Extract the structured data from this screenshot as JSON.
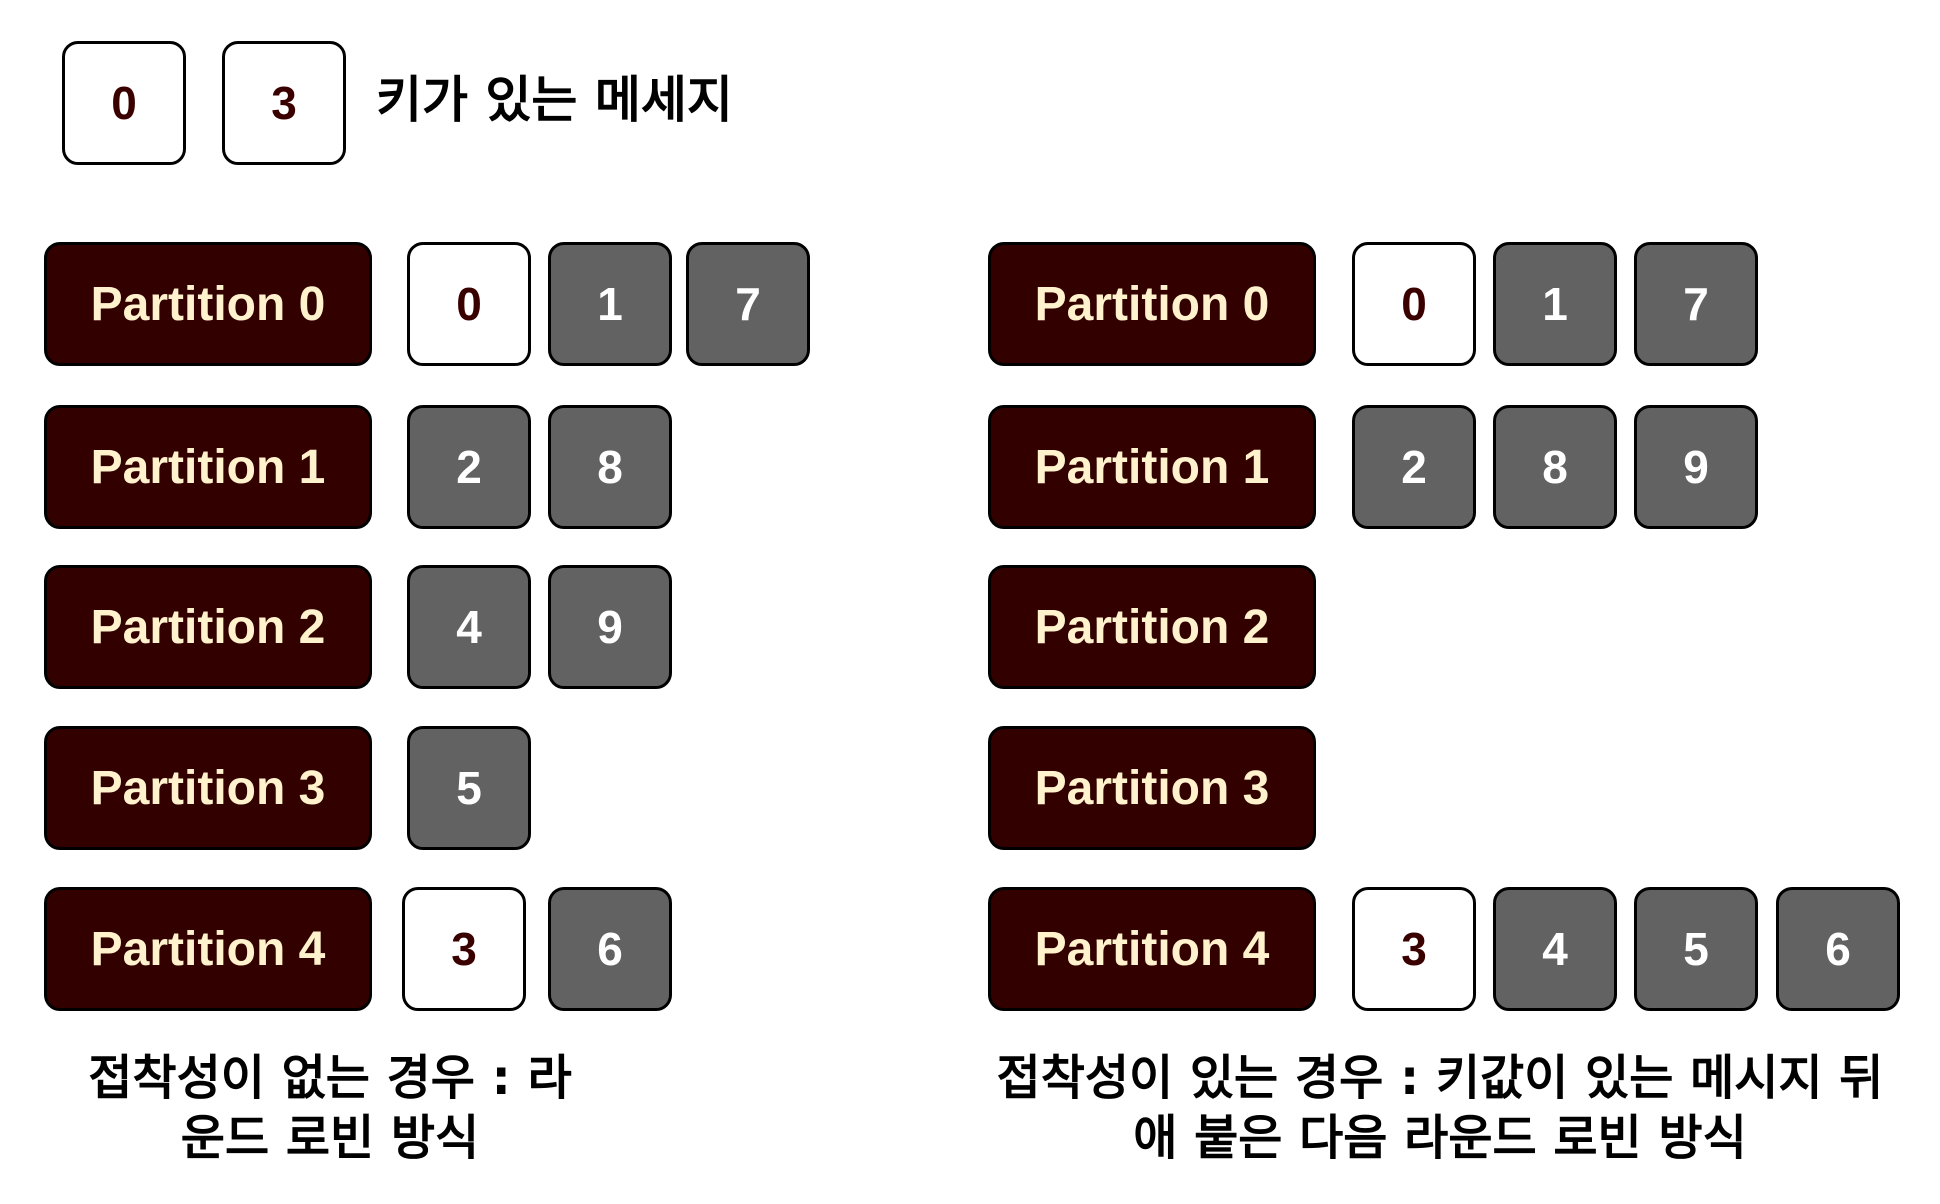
{
  "legend": {
    "keys": [
      "0",
      "3"
    ],
    "label": "키가 있는 메세지"
  },
  "left_diagram": {
    "partitions": [
      {
        "label": "Partition 0",
        "messages": [
          {
            "v": "0",
            "keyed": true
          },
          {
            "v": "1",
            "keyed": false
          },
          {
            "v": "7",
            "keyed": false
          }
        ]
      },
      {
        "label": "Partition 1",
        "messages": [
          {
            "v": "2",
            "keyed": false
          },
          {
            "v": "8",
            "keyed": false
          }
        ]
      },
      {
        "label": "Partition 2",
        "messages": [
          {
            "v": "4",
            "keyed": false
          },
          {
            "v": "9",
            "keyed": false
          }
        ]
      },
      {
        "label": "Partition 3",
        "messages": [
          {
            "v": "5",
            "keyed": false
          }
        ]
      },
      {
        "label": "Partition 4",
        "messages": [
          {
            "v": "3",
            "keyed": true
          },
          {
            "v": "6",
            "keyed": false
          }
        ]
      }
    ],
    "caption_line1": "접착성이 없는 경우 : 라",
    "caption_line2": "운드 로빈 방식"
  },
  "right_diagram": {
    "partitions": [
      {
        "label": "Partition 0",
        "messages": [
          {
            "v": "0",
            "keyed": true
          },
          {
            "v": "1",
            "keyed": false
          },
          {
            "v": "7",
            "keyed": false
          }
        ]
      },
      {
        "label": "Partition 1",
        "messages": [
          {
            "v": "2",
            "keyed": false
          },
          {
            "v": "8",
            "keyed": false
          },
          {
            "v": "9",
            "keyed": false
          }
        ]
      },
      {
        "label": "Partition 2",
        "messages": []
      },
      {
        "label": "Partition 3",
        "messages": []
      },
      {
        "label": "Partition 4",
        "messages": [
          {
            "v": "3",
            "keyed": true
          },
          {
            "v": "4",
            "keyed": false
          },
          {
            "v": "5",
            "keyed": false
          },
          {
            "v": "6",
            "keyed": false
          }
        ]
      }
    ],
    "caption_line1": "접착성이 있는 경우 : 키값이 있는 메시지 뒤",
    "caption_line2": "애 붙은 다음 라운드 로빈 방식"
  },
  "colors": {
    "partition_bg": "#330000",
    "partition_text": "#fff2cc",
    "keyed_msg_bg": "#ffffff",
    "keyed_msg_text": "#3a0000",
    "plain_msg_bg": "#626262",
    "plain_msg_text": "#ffffff"
  }
}
